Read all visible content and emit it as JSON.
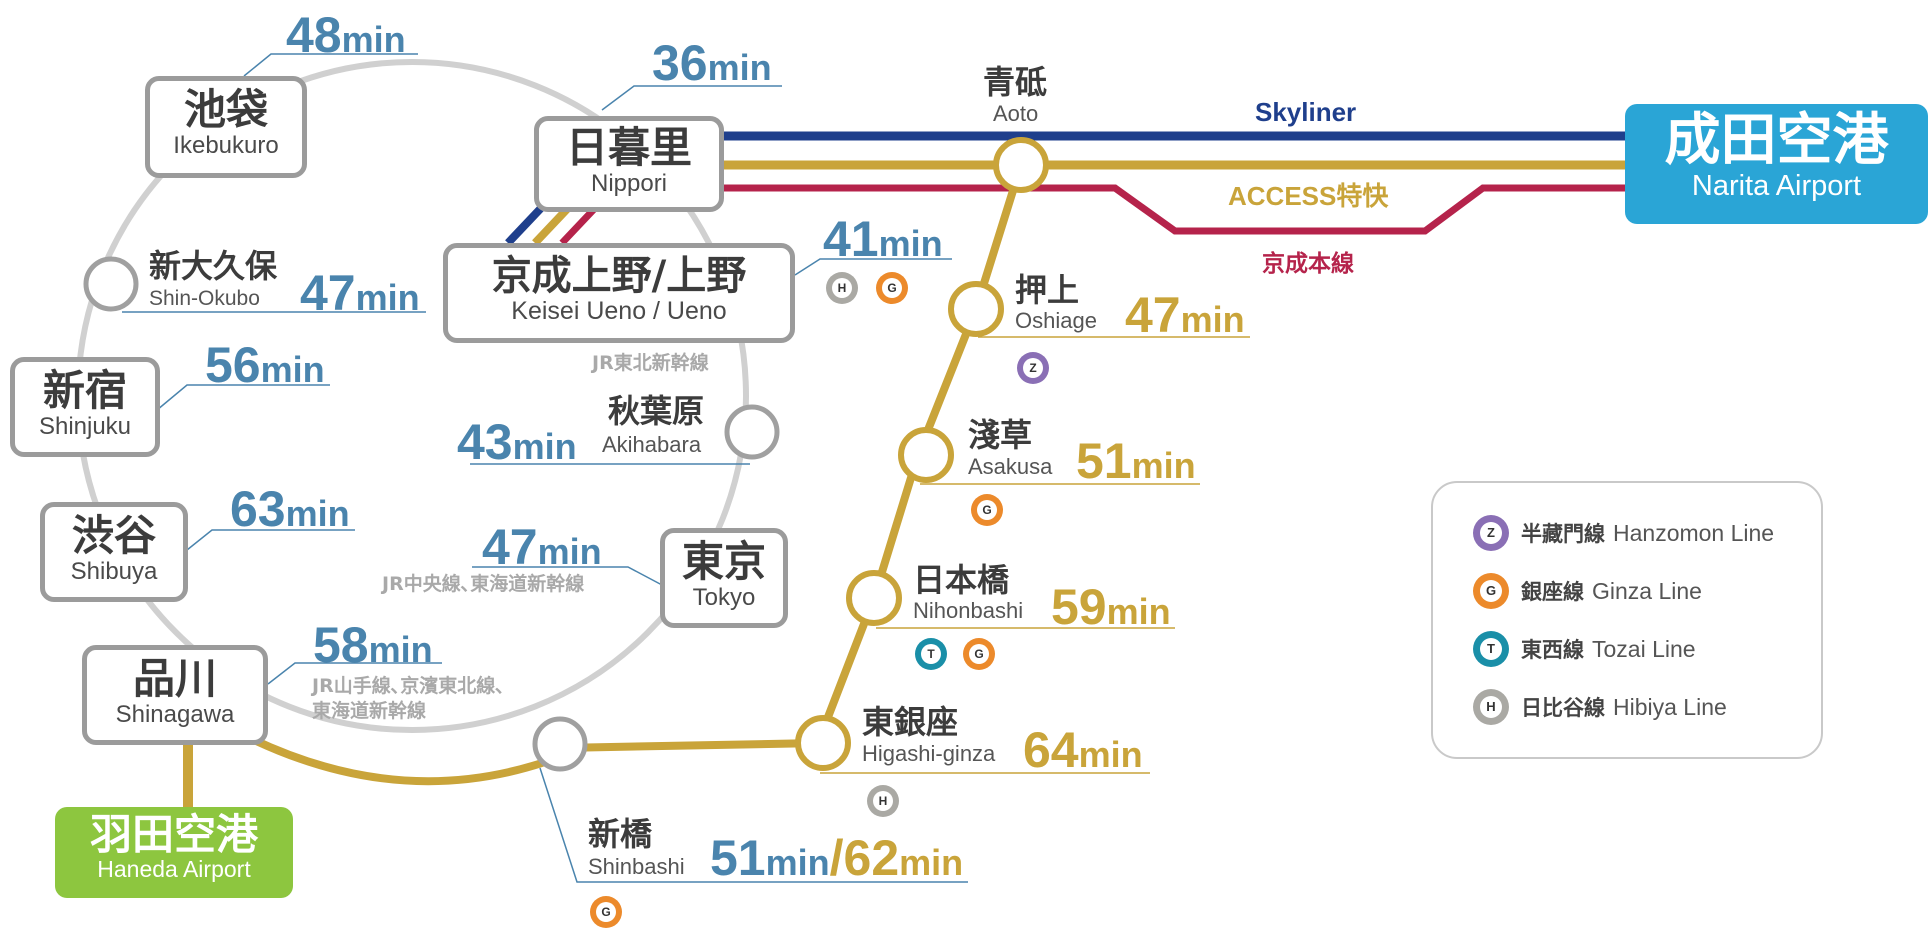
{
  "lines": {
    "skyliner": {
      "label": "Skyliner",
      "color": "#1f3f8c"
    },
    "access": {
      "label": "ACCESS特快",
      "color": "#c9a43a"
    },
    "keisei_main": {
      "label": "京成本線",
      "color": "#b5234b"
    },
    "yamanote": {
      "color": "#cfcfcf"
    }
  },
  "airports": {
    "narita": {
      "ja": "成田空港",
      "en": "Narita Airport",
      "color": "#2aa5d6"
    },
    "haneda": {
      "ja": "羽田空港",
      "en": "Haneda Airport",
      "color": "#8dc63f"
    }
  },
  "stations": {
    "ikebukuro": {
      "ja": "池袋",
      "en": "Ikebukuro",
      "time": "48",
      "unit": "min"
    },
    "nippori": {
      "ja": "日暮里",
      "en": "Nippori",
      "time": "36",
      "unit": "min"
    },
    "shinokubo": {
      "ja": "新大久保",
      "en": "Shin-Okubo",
      "time": "47",
      "unit": "min"
    },
    "ueno": {
      "ja": "京成上野/上野",
      "en": "Keisei Ueno / Ueno",
      "time": "41",
      "unit": "min",
      "note": "JR東北新幹線"
    },
    "shinjuku": {
      "ja": "新宿",
      "en": "Shinjuku",
      "time": "56",
      "unit": "min"
    },
    "akihabara": {
      "ja": "秋葉原",
      "en": "Akihabara",
      "time": "43",
      "unit": "min"
    },
    "shibuya": {
      "ja": "渋谷",
      "en": "Shibuya",
      "time": "63",
      "unit": "min"
    },
    "tokyo": {
      "ja": "東京",
      "en": "Tokyo",
      "time": "47",
      "unit": "min",
      "note": "JR中央線､東海道新幹線"
    },
    "shinagawa": {
      "ja": "品川",
      "en": "Shinagawa",
      "time": "58",
      "unit": "min",
      "note1": "JR山手線､京濱東北線､",
      "note2": "東海道新幹線"
    },
    "shinbashi": {
      "ja": "新橋",
      "en": "Shinbashi",
      "time": "51",
      "unit": "min",
      "time2": "/62",
      "unit2": "min"
    },
    "aoto": {
      "ja": "青砥",
      "en": "Aoto"
    },
    "oshiage": {
      "ja": "押上",
      "en": "Oshiage",
      "time": "47",
      "unit": "min"
    },
    "asakusa": {
      "ja": "淺草",
      "en": "Asakusa",
      "time": "51",
      "unit": "min"
    },
    "nihonbashi": {
      "ja": "日本橋",
      "en": "Nihonbashi",
      "time": "59",
      "unit": "min"
    },
    "higashiginza": {
      "ja": "東銀座",
      "en": "Higashi-ginza",
      "time": "64",
      "unit": "min"
    }
  },
  "badges": {
    "z": "Z",
    "g": "G",
    "t": "T",
    "h": "H"
  },
  "legend": [
    {
      "badge": "Z",
      "ja": "半藏門線",
      "en": "Hanzomon Line",
      "color": "#8a6fb5"
    },
    {
      "badge": "G",
      "ja": "銀座線",
      "en": "Ginza Line",
      "color": "#ec8a2b"
    },
    {
      "badge": "T",
      "ja": "東西線",
      "en": "Tozai Line",
      "color": "#1a8fa8"
    },
    {
      "badge": "H",
      "ja": "日比谷線",
      "en": "Hibiya Line",
      "color": "#aaa9a4"
    }
  ]
}
